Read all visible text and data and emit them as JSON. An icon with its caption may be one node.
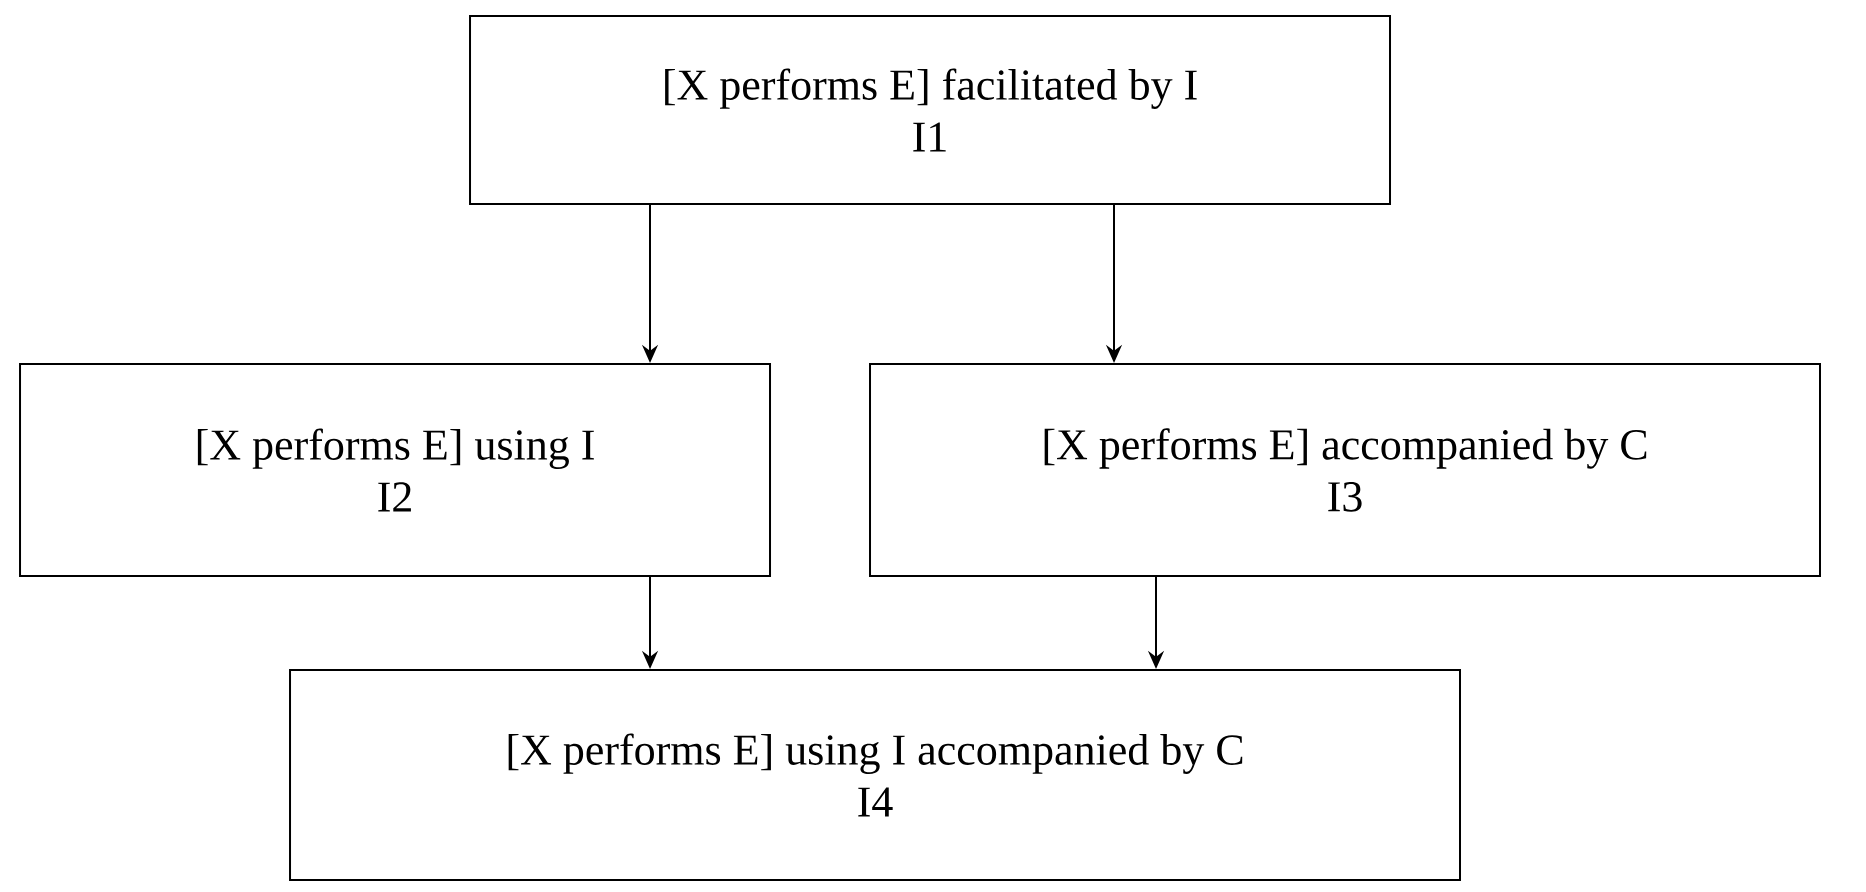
{
  "diagram": {
    "nodes": [
      {
        "text": [
          "[X performs E] facilitated by I",
          "I1"
        ]
      },
      {
        "text": [
          "[X performs E] using I",
          "I2"
        ]
      },
      {
        "text": [
          "[X performs E] accompanied by C",
          "I3"
        ]
      },
      {
        "text": [
          "[X performs E] using I accompanied by C",
          "I4"
        ]
      }
    ],
    "edges": [
      {
        "from": 0,
        "to": 1,
        "arrow": "to"
      },
      {
        "from": 0,
        "to": 2,
        "arrow": "to"
      },
      {
        "from": 1,
        "to": 3,
        "arrow": "to"
      },
      {
        "from": 2,
        "to": 3,
        "arrow": "to"
      }
    ]
  }
}
